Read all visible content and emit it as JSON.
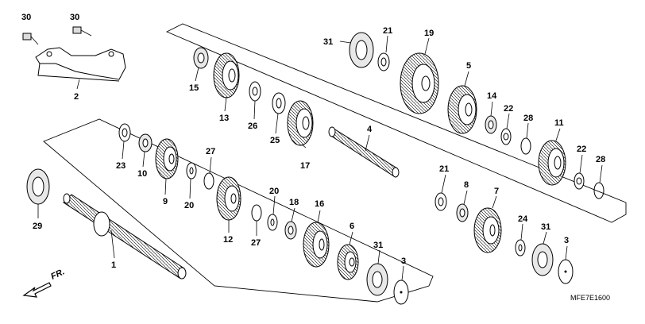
{
  "diagram_code": "MFE7E1600",
  "direction_label": "FR.",
  "part_numbers": [
    "30",
    "30",
    "2",
    "31",
    "21",
    "19",
    "15",
    "13",
    "26",
    "25",
    "17",
    "5",
    "14",
    "22",
    "28",
    "4",
    "11",
    "23",
    "10",
    "9",
    "20",
    "27",
    "12",
    "21",
    "8",
    "7",
    "22",
    "28",
    "29",
    "20",
    "18",
    "16",
    "27",
    "24",
    "31",
    "3",
    "1",
    "6",
    "31",
    "3"
  ]
}
